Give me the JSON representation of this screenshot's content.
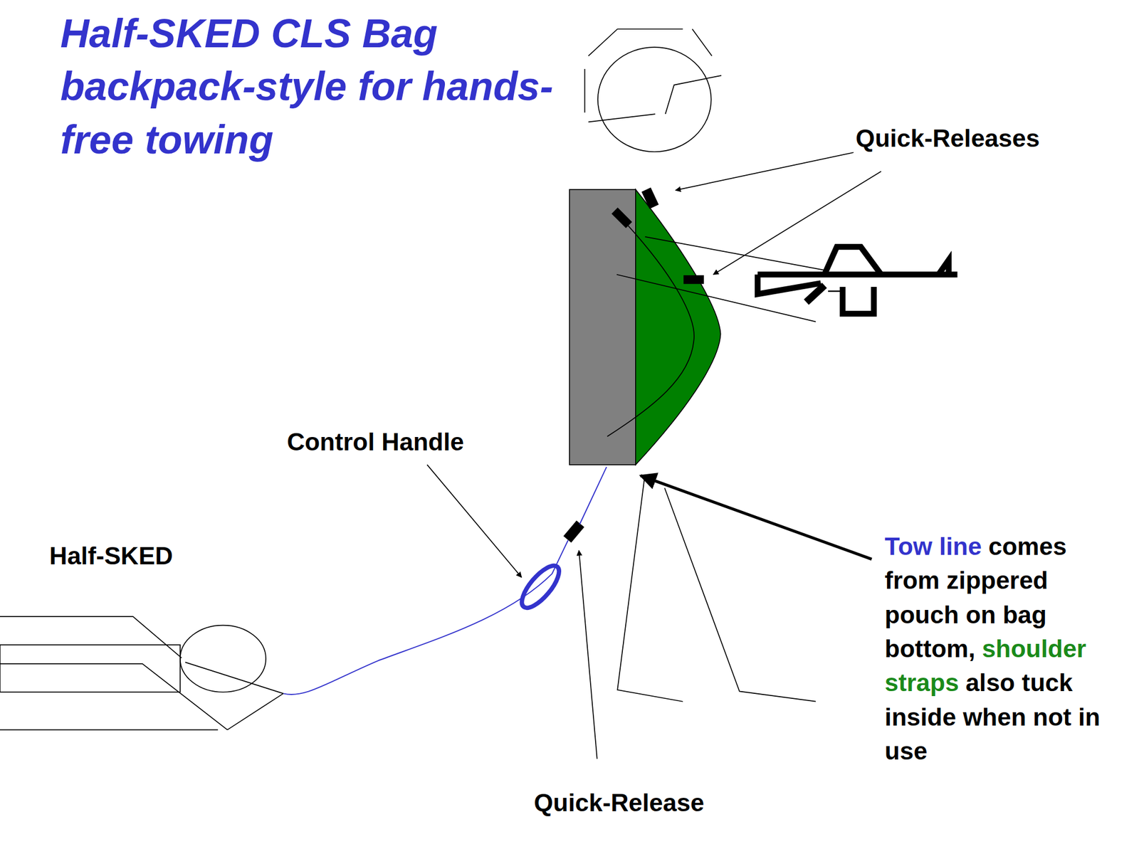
{
  "diagram": {
    "title": "Half-SKED CLS Bag backpack-style for hands-free towing",
    "labels": [
      "Quick-Releases",
      "Control Handle",
      "Half-SKED",
      "Tow line",
      "comes from zippered pouch on bag bottom,",
      "shoulder straps",
      "also tuck inside when not in use",
      "Quick-Release"
    ]
  }
}
